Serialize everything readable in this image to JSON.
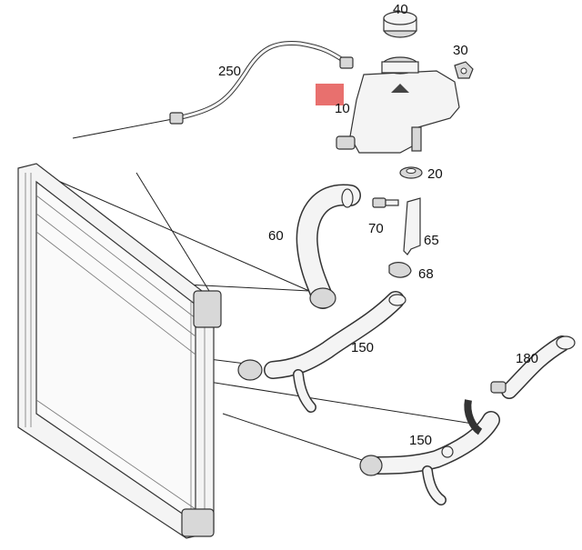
{
  "highlight_color": "#e8706e",
  "labels": {
    "l10": "10",
    "l20": "20",
    "l30": "30",
    "l40": "40",
    "l60": "60",
    "l65": "65",
    "l68": "68",
    "l70": "70",
    "l150a": "150",
    "l150b": "150",
    "l180": "180",
    "l250": "250"
  }
}
